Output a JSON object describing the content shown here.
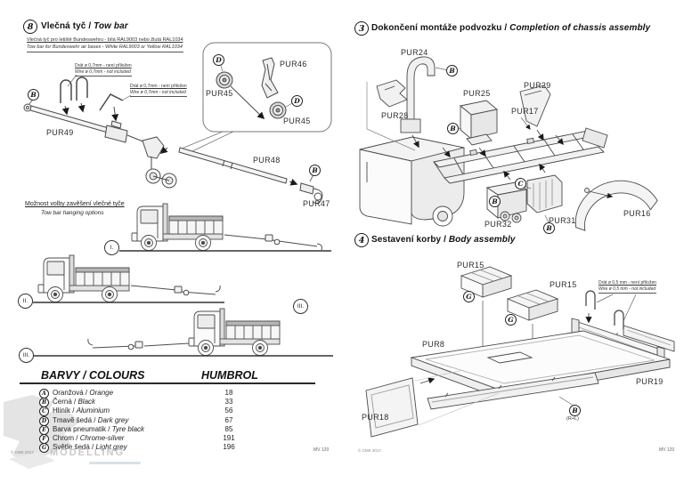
{
  "left": {
    "section": {
      "num": "8",
      "title_cs": "Vlečná tyč /",
      "title_en": "Tow bar"
    },
    "bundeswehr_note": {
      "cs": "Vlečná tyč pro letiště Bundeswehru - bílá RAL9003 nebo žlutá RAL1034",
      "en": "Tow bar for Bundeswehr air bases - White RAL9003 or Yellow RAL1034"
    },
    "wire_note_07": {
      "cs": "Drát ø 0,7mm - není přiložen",
      "en": "Wire ø 0,7mm - not included"
    },
    "parts": {
      "pur45a": "PUR45",
      "pur45b": "PUR45",
      "pur46": "PUR46",
      "pur47": "PUR47",
      "pur48": "PUR48",
      "pur49": "PUR49"
    },
    "hanging_options": {
      "cs": "Možnost volby zavěšení vlečné tyče",
      "en": "Tow bar hanging options"
    },
    "options": {
      "i": "I.",
      "ii": "II.",
      "iii_a": "III.",
      "iii_b": "III."
    },
    "colours_table": {
      "title": "BARVY / COLOURS",
      "brand": "HUMBROL",
      "rows": [
        {
          "letter": "A",
          "cs": "Oranžová /",
          "en": "Orange",
          "code": "18"
        },
        {
          "letter": "B",
          "cs": "Černá /",
          "en": "Black",
          "code": "33"
        },
        {
          "letter": "C",
          "cs": "Hliník /",
          "en": "Aluminium",
          "code": "56"
        },
        {
          "letter": "D",
          "cs": "Tmavě šedá /",
          "en": "Dark grey",
          "code": "67"
        },
        {
          "letter": "E",
          "cs": "Barva pneumatik /",
          "en": "Tyre black",
          "code": "85"
        },
        {
          "letter": "F",
          "cs": "Chrom /",
          "en": "Chrome-silver",
          "code": "191"
        },
        {
          "letter": "G",
          "cs": "Světle šedá /",
          "en": "Light grey",
          "code": "196"
        }
      ]
    },
    "copyright": "© CMK 2017",
    "sheet_code": "MV 120",
    "watermark": "MODELLING"
  },
  "right": {
    "section3": {
      "num": "3",
      "title_cs": "Dokončení montáže podvozku /",
      "title_en": "Completion of chassis assembly"
    },
    "section4": {
      "num": "4",
      "title_cs": "Sestavení korby /",
      "title_en": "Body assembly"
    },
    "parts": {
      "pur8": "PUR8",
      "pur15a": "PUR15",
      "pur15b": "PUR15",
      "pur16": "PUR16",
      "pur17": "PUR17",
      "pur18": "PUR18",
      "pur19": "PUR19",
      "pur24": "PUR24",
      "pur25": "PUR25",
      "pur28": "PUR28",
      "pur29": "PUR29",
      "pur31": "PUR31",
      "pur32": "PUR32"
    },
    "wire_note_05": {
      "cs": "Drát ø 0,5 mm - není přiložen",
      "en": "Wire ø 0,5 mm - not included"
    },
    "rl_note": "(R+L)",
    "copyright": "© CMK 2017",
    "sheet_code": "MV 120"
  },
  "letters": {
    "a": "A",
    "b": "B",
    "c": "C",
    "d": "D",
    "e": "E",
    "f": "F",
    "g": "G"
  }
}
